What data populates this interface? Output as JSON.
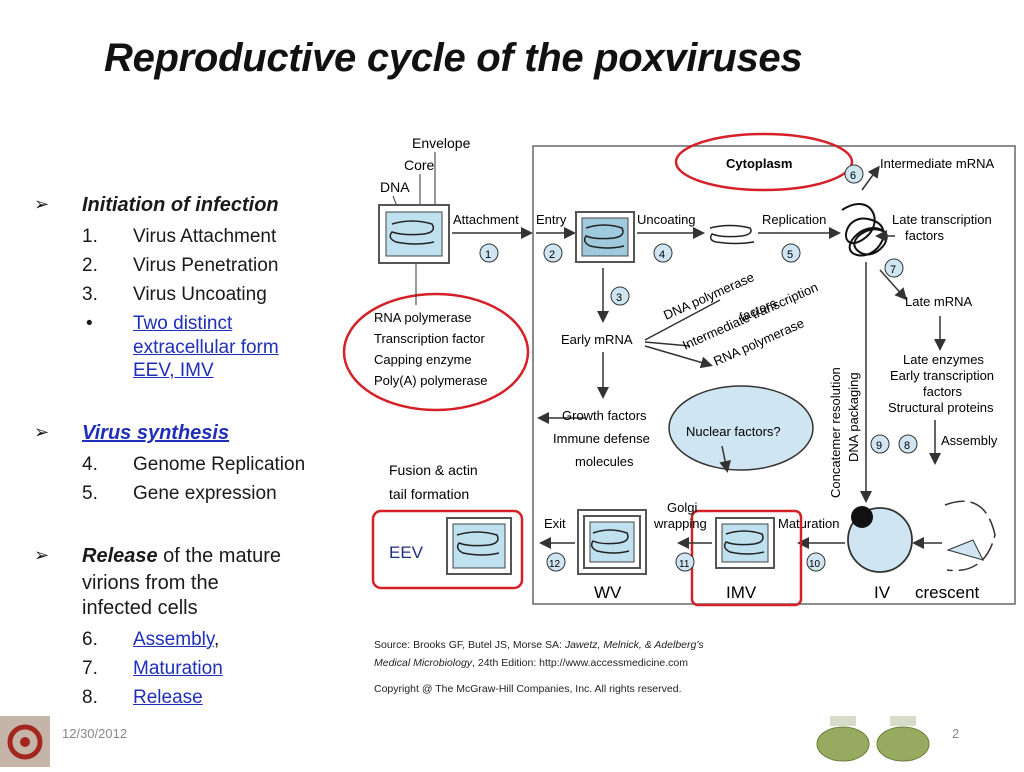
{
  "title": "Reproductive cycle of the poxviruses",
  "sections": [
    {
      "heading": "Initiation of infection",
      "items": [
        {
          "num": "1.",
          "text": "Virus Attachment"
        },
        {
          "num": "2.",
          "text": "Virus Penetration"
        },
        {
          "num": "3.",
          "text": "Virus Uncoating"
        },
        {
          "num": "•",
          "text": "Two distinct",
          "text2": "extracellular form",
          "text3": "EEV, IMV"
        }
      ]
    },
    {
      "heading": "Virus synthesis",
      "items": [
        {
          "num": "4.",
          "text": "Genome Replication"
        },
        {
          "num": "5.",
          "text": "Gene expression"
        }
      ]
    },
    {
      "heading": "Release",
      "heading_rest": " of the mature",
      "line2": "virions from the",
      "line3": "infected cells",
      "items": [
        {
          "num": "6.",
          "text": "Assembly",
          "suffix": ","
        },
        {
          "num": "7.",
          "text": "Maturation"
        },
        {
          "num": "8.",
          "text": "Release"
        }
      ]
    }
  ],
  "diagram": {
    "virion_labels": [
      "Envelope",
      "Core",
      "DNA"
    ],
    "cytoplasm": "Cytoplasm",
    "steps": [
      "Attachment",
      "Entry",
      "Uncoating",
      "Replication",
      "Late transcription",
      "factors",
      "Intermediate mRNA",
      "Late mRNA",
      "Late enzymes",
      "Early transcription",
      "factors",
      "Structural proteins",
      "Assembly",
      "Maturation",
      "Golgi",
      "wrapping",
      "Exit",
      "Early mRNA",
      "Growth factors",
      "Immune defense",
      "molecules",
      "Nuclear factors?",
      "DNA polymerase",
      "Intermediate transcription",
      "factors",
      "RNA polymerase",
      "Concatemer resolution",
      "DNA packaging"
    ],
    "enzymes": [
      "RNA polymerase",
      "Transcription factor",
      "Capping enzyme",
      "Poly(A) polymerase"
    ],
    "step_numbers": [
      "1",
      "2",
      "3",
      "4",
      "5",
      "6",
      "7",
      "8",
      "9",
      "10",
      "11",
      "12"
    ],
    "fusion_label_1": "Fusion & actin",
    "fusion_label_2": "tail formation",
    "eev": "EEV",
    "wv": "WV",
    "imv": "IMV",
    "iv": "IV",
    "crescent": "crescent",
    "highlight_color": "#d42027"
  },
  "source_line1": "Source: Brooks GF, Butel JS, Morse SA: ",
  "source_book": "Jawetz, Melnick, & Adelberg's",
  "source_line2a": "Medical Microbiology",
  "source_line2b": ", 24th Edition: http://www.accessmedicine.com",
  "copyright": "Copyright @ The McGraw-Hill Companies, Inc. All rights reserved.",
  "footer": {
    "date": "12/30/2012",
    "page": "2"
  }
}
